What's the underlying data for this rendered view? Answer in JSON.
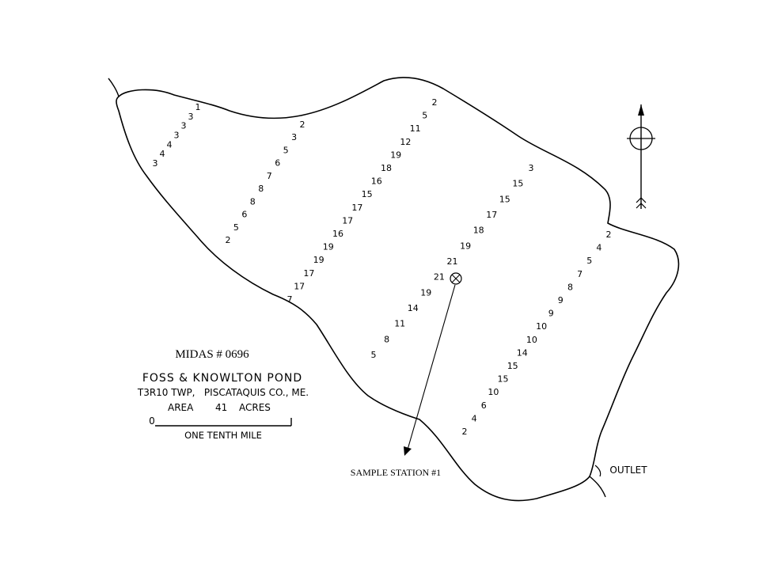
{
  "midas": "MIDAS # 0696",
  "pond_name": "FOSS & KNOWLTON POND",
  "location": "T3R10 TWP,   PISCATAQUIS CO., ME.",
  "area_label": "AREA",
  "area_value": "41",
  "area_unit": "ACRES",
  "scale_zero": "0",
  "scale_label": "ONE TENTH MILE",
  "sample_station": "SAMPLE STATION #1",
  "outlet": "OUTLET",
  "transects": [
    [
      "1",
      "3",
      "3",
      "3",
      "4",
      "4",
      "3"
    ],
    [
      "2",
      "3",
      "5",
      "6",
      "7",
      "8",
      "8",
      "6",
      "5",
      "2"
    ],
    [
      "2",
      "5",
      "11",
      "12",
      "19",
      "18",
      "16",
      "15",
      "17",
      "17",
      "16",
      "19",
      "19",
      "17",
      "17",
      "7"
    ],
    [
      "3",
      "15",
      "15",
      "17",
      "18",
      "19",
      "21",
      "21",
      "19",
      "14",
      "11",
      "8",
      "5"
    ],
    [
      "2",
      "4",
      "5",
      "7",
      "8",
      "9",
      "9",
      "10",
      "10",
      "14",
      "15",
      "15",
      "10",
      "6",
      "4",
      "2"
    ]
  ]
}
